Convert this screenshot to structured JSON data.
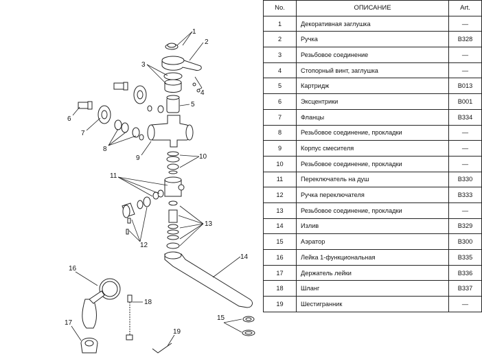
{
  "table": {
    "headers": {
      "num": "No.",
      "description": "ОПИСАНИЕ",
      "art": "Art."
    },
    "rows": [
      {
        "num": "1",
        "description": "Декоративная заглушка",
        "art": "—"
      },
      {
        "num": "2",
        "description": "Ручка",
        "art": "B328"
      },
      {
        "num": "3",
        "description": "Резьбовое соединение",
        "art": "—"
      },
      {
        "num": "4",
        "description": "Стопорный винт, заглушка",
        "art": "—"
      },
      {
        "num": "5",
        "description": "Картридж",
        "art": "B013"
      },
      {
        "num": "6",
        "description": "Эксцентрики",
        "art": "B001"
      },
      {
        "num": "7",
        "description": "Фланцы",
        "art": "B334"
      },
      {
        "num": "8",
        "description": "Резьбовое соединение, прокладки",
        "art": "—"
      },
      {
        "num": "9",
        "description": "Корпус смесителя",
        "art": "—"
      },
      {
        "num": "10",
        "description": "Резьбовое соединение, прокладки",
        "art": "—"
      },
      {
        "num": "11",
        "description": "Переключатель на душ",
        "art": "B330"
      },
      {
        "num": "12",
        "description": "Ручка переключателя",
        "art": "B333"
      },
      {
        "num": "13",
        "description": "Резьбовое соединение, прокладки",
        "art": "—"
      },
      {
        "num": "14",
        "description": "Излив",
        "art": "B329"
      },
      {
        "num": "15",
        "description": "Аэратор",
        "art": "B300"
      },
      {
        "num": "16",
        "description": "Лейка 1-функциональная",
        "art": "B335"
      },
      {
        "num": "17",
        "description": "Держатель лейки",
        "art": "B336"
      },
      {
        "num": "18",
        "description": "Шланг",
        "art": "B337"
      },
      {
        "num": "19",
        "description": "Шестигранник",
        "art": "—"
      }
    ]
  },
  "callouts": [
    "1",
    "2",
    "3",
    "4",
    "5",
    "6",
    "7",
    "8",
    "9",
    "10",
    "11",
    "12",
    "13",
    "14",
    "15",
    "16",
    "17",
    "18",
    "19"
  ]
}
